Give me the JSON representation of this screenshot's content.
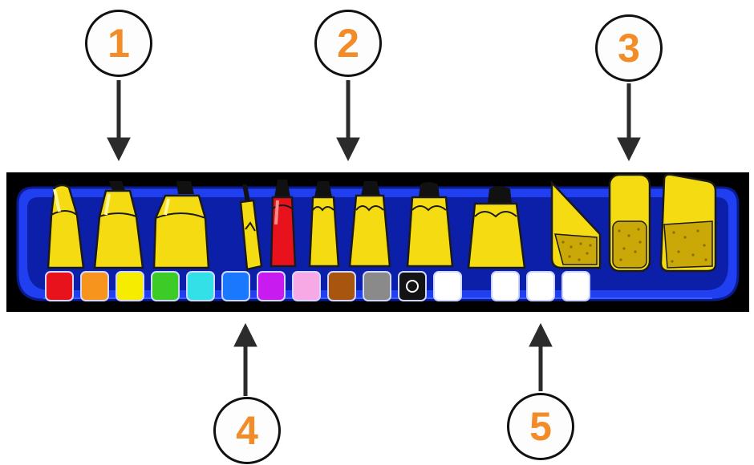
{
  "callouts": [
    {
      "id": "c1",
      "label": "1"
    },
    {
      "id": "c2",
      "label": "2"
    },
    {
      "id": "c3",
      "label": "3"
    },
    {
      "id": "c4",
      "label": "4"
    },
    {
      "id": "c5",
      "label": "5"
    }
  ],
  "palette": {
    "colors": [
      {
        "name": "red",
        "hex": "#e8121c"
      },
      {
        "name": "orange",
        "hex": "#f7941d"
      },
      {
        "name": "yellow",
        "hex": "#f5ec00"
      },
      {
        "name": "green",
        "hex": "#3dcc27"
      },
      {
        "name": "cyan",
        "hex": "#33e0e8"
      },
      {
        "name": "blue",
        "hex": "#1a78ff"
      },
      {
        "name": "purple",
        "hex": "#c81bf0"
      },
      {
        "name": "pink",
        "hex": "#f7a9e6"
      },
      {
        "name": "brown",
        "hex": "#a8560f"
      },
      {
        "name": "gray",
        "hex": "#8a8a8a"
      },
      {
        "name": "black",
        "hex": "#141414"
      },
      {
        "name": "white",
        "hex": "#ffffff"
      }
    ],
    "custom_slots": 3
  },
  "tray_color": "#1f3ff0",
  "tool_color": "#f5dc12"
}
